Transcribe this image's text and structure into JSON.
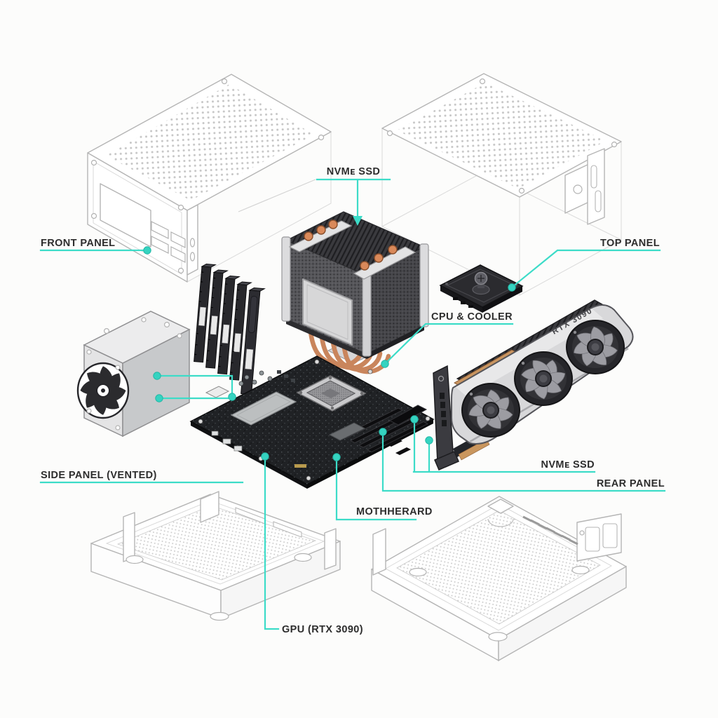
{
  "diagram": {
    "type": "exploded-view-pc-build-diagram",
    "background_color": "#fcfcfb",
    "accent_color": "#3cdcc8",
    "label_text_color": "#2d2d2d",
    "labels": {
      "front_panel": "FRONT PANEL",
      "nvme_ssd_top": "NVMᴇ SSD",
      "top_panel": "TOP PANEL",
      "cpu_cooler": "CPU & COOLER",
      "side_panel": "SIDE PANEL (VENTED)",
      "motherboard": "MOTHHERARD",
      "nvme_ssd_right": "NVMᴇ SSD",
      "rear_panel": "REAR PANEL",
      "gpu": "GPU (RTX 3090)"
    },
    "gpu_model_text": "RTX 3090",
    "component_colors": {
      "case_outline": "#b5b5b5",
      "psu_body": "#dcdcdd",
      "ram_module": "#28282c",
      "cooler_fins": "#515156",
      "heatpipe_copper": "#c9855c",
      "motherboard_pcb": "#202225",
      "gpu_shroud": "#d8d8da",
      "ssd_module": "#2b2b2f"
    }
  }
}
